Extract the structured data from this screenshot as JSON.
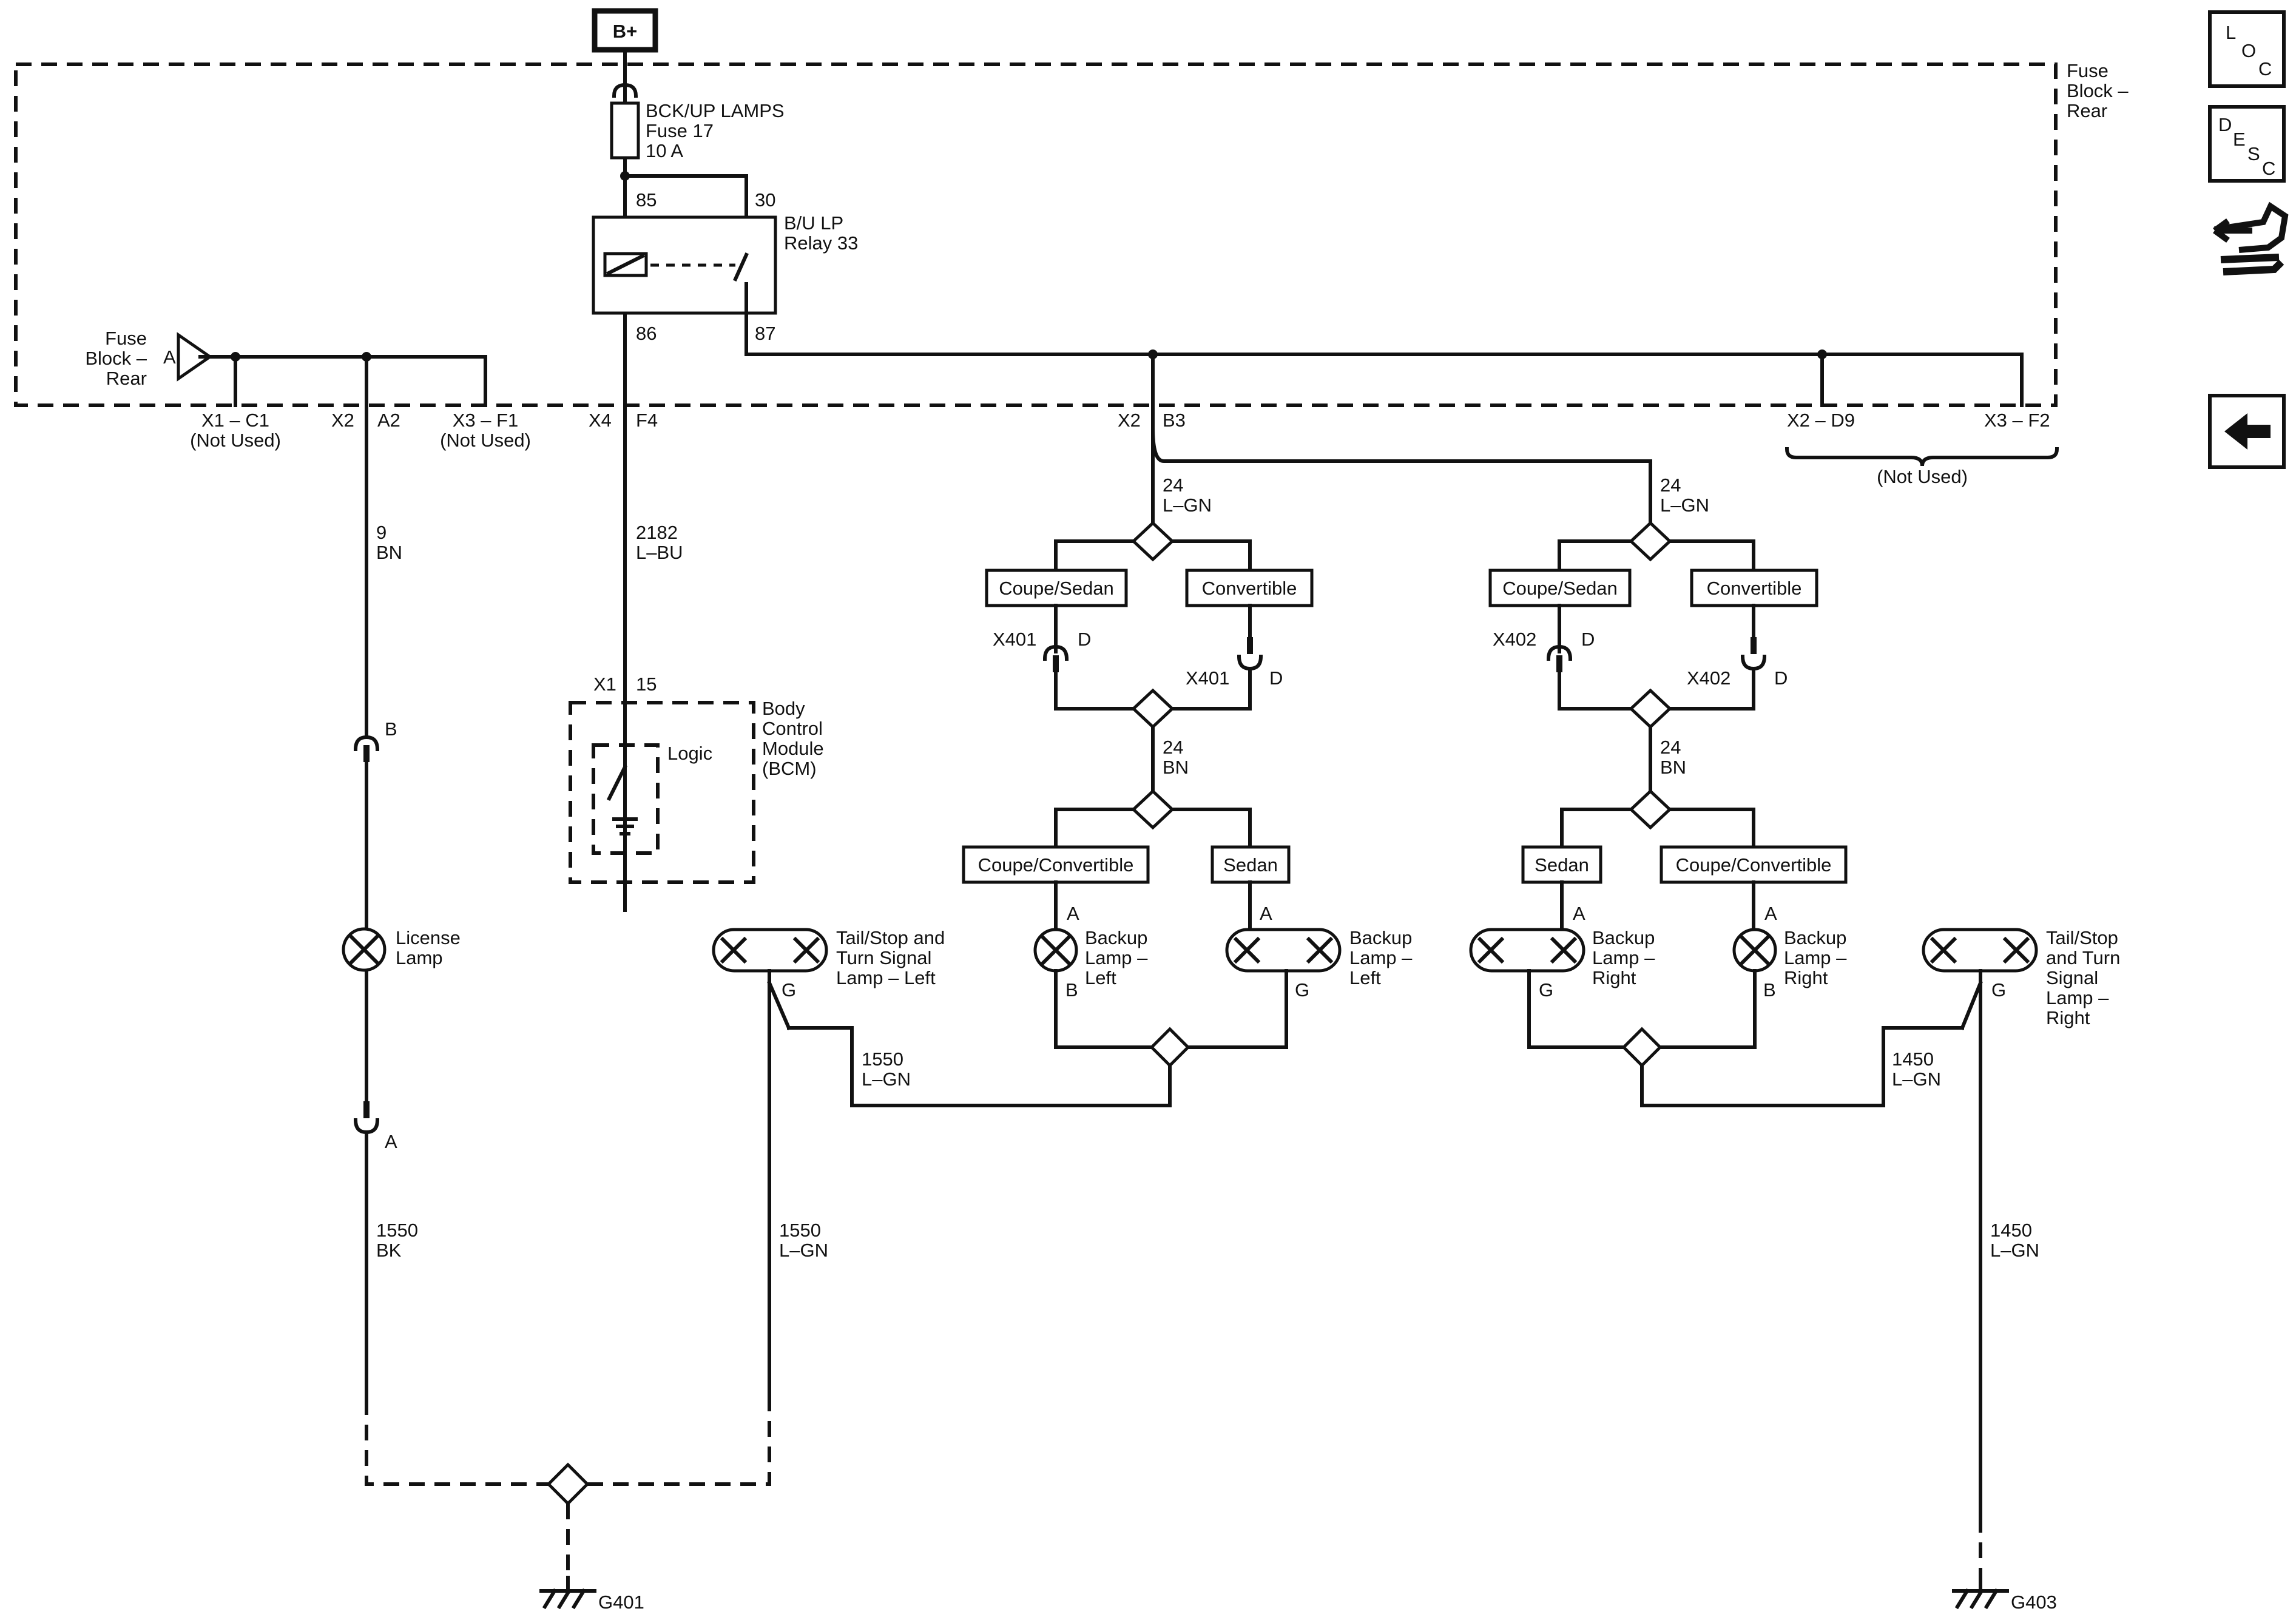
{
  "power": {
    "source_label": "B+"
  },
  "fuse_block": {
    "name": [
      "Fuse",
      "Block –",
      "Rear"
    ],
    "fuse_text": [
      "BCK/UP LAMPS",
      "Fuse 17",
      "10 A"
    ],
    "relay_text": [
      "B/U LP",
      "Relay 33"
    ],
    "relay_pins": {
      "p85": "85",
      "p30": "30",
      "p86": "86",
      "p87": "87"
    },
    "bus_ref": {
      "label": [
        "Fuse",
        "Block –",
        "Rear"
      ],
      "letter": "A"
    }
  },
  "connector_labels": {
    "x1_c1": "X1 – C1",
    "not_used_left": "(Not Used)",
    "x2": "X2",
    "a2": "A2",
    "x3_f1": "X3 – F1",
    "not_used_mid": "(Not Used)",
    "x4": "X4",
    "f4": "F4",
    "x2_b": "X2",
    "b3": "B3",
    "x2_d9": "X2 – D9",
    "x3_f2": "X3 – F2",
    "not_used_right": "(Not Used)"
  },
  "wires": {
    "w9": [
      "9",
      "BN"
    ],
    "w2182": [
      "2182",
      "L–BU"
    ],
    "w24_a": [
      "24",
      "L–GN"
    ],
    "w24_b": [
      "24",
      "L–GN"
    ],
    "w24_c": [
      "24",
      "BN"
    ],
    "w24_d": [
      "24",
      "BN"
    ],
    "w1550_lgn_top": [
      "1550",
      "L–GN"
    ],
    "w1450_lgn_top": [
      "1450",
      "L–GN"
    ],
    "w1550_bk": [
      "1550",
      "BK"
    ],
    "w1550_lgn": [
      "1550",
      "L–GN"
    ],
    "w1450_lgn": [
      "1450",
      "L–GN"
    ]
  },
  "bcm": {
    "x1": "X1",
    "pin": "15",
    "name": [
      "Body",
      "Control",
      "Module",
      "(BCM)"
    ],
    "logic": "Logic"
  },
  "options": {
    "coupe_sedan": "Coupe/Sedan",
    "convertible": "Convertible",
    "coupe_convertible": "Coupe/Convertible",
    "sedan": "Sedan"
  },
  "connectors": {
    "x401": "X401",
    "x402": "X402",
    "d": "D",
    "a": "A",
    "b": "B",
    "g": "G"
  },
  "lamps": {
    "license": [
      "License",
      "Lamp"
    ],
    "tail_left": [
      "Tail/Stop and",
      "Turn Signal",
      "Lamp – Left"
    ],
    "backup_left": [
      "Backup",
      "Lamp –",
      "Left"
    ],
    "backup_right": [
      "Backup",
      "Lamp –",
      "Right"
    ],
    "tail_right": [
      "Tail/Stop",
      "and Turn",
      "Signal",
      "Lamp –",
      "Right"
    ]
  },
  "grounds": {
    "g401": "G401",
    "g403": "G403"
  },
  "nav": {
    "loc": [
      "L",
      "O",
      "C"
    ],
    "desc": [
      "D",
      "E",
      "S",
      "C"
    ],
    "icons": [
      "connector-wrench-icon",
      "back-arrow-icon"
    ]
  }
}
